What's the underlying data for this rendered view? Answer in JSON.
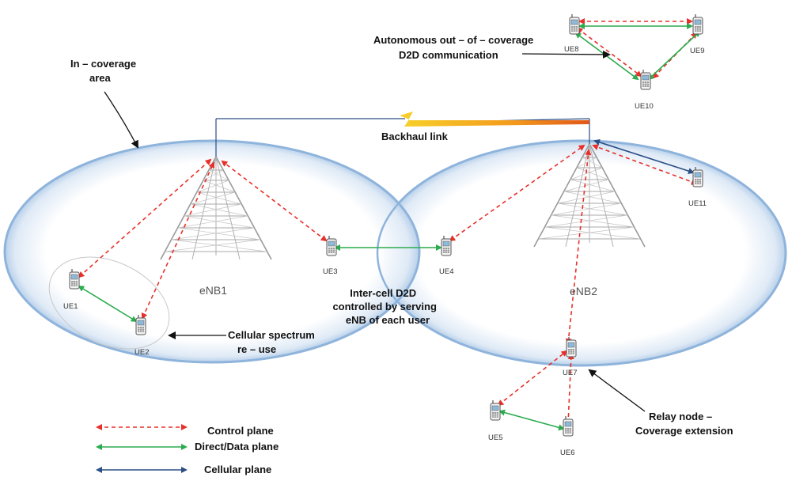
{
  "labels": {
    "in_coverage_line1": "In – coverage",
    "in_coverage_line2": "area",
    "autonomous_line1": "Autonomous out – of – coverage",
    "autonomous_line2": "D2D communication",
    "backhaul": "Backhaul link",
    "intercell_line1": "Inter-cell  D2D",
    "intercell_line2": "controlled by serving",
    "intercell_line3": "eNB of each user",
    "spectrum_line1": "Cellular spectrum",
    "spectrum_line2": "re – use",
    "relay_line1": "Relay node –",
    "relay_line2": "Coverage extension"
  },
  "towers": {
    "enb1": "eNB1",
    "enb2": "eNB2"
  },
  "ues": {
    "ue1": "UE1",
    "ue2": "UE2",
    "ue3": "UE3",
    "ue4": "UE4",
    "ue5": "UE5",
    "ue6": "UE6",
    "ue7": "UE7",
    "ue8": "UE8",
    "ue9": "UE9",
    "ue10": "UE10",
    "ue11": "UE11"
  },
  "legend": {
    "control": "Control plane",
    "direct": "Direct/Data plane",
    "cellular": "Cellular plane"
  },
  "colors": {
    "control": "#e8302a",
    "direct": "#2bab4e",
    "cellular": "#2a4e86",
    "cell_edge": "#8fb4dc",
    "tower": "#9a9a9a"
  }
}
